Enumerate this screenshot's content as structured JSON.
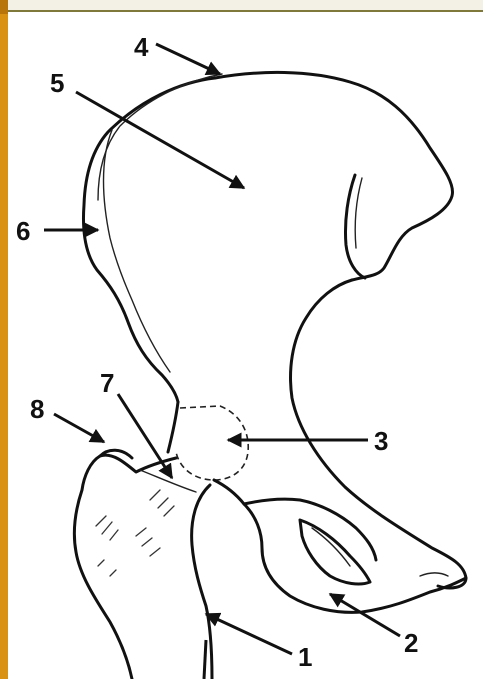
{
  "colors": {
    "left_bar": "#d99211",
    "top_line": "#7f7a3c",
    "background": "#ffffff",
    "line": "#111111"
  },
  "labels": [
    {
      "id": "label-1",
      "text": "1"
    },
    {
      "id": "label-2",
      "text": "2"
    },
    {
      "id": "label-3",
      "text": "3"
    },
    {
      "id": "label-4",
      "text": "4"
    },
    {
      "id": "label-5",
      "text": "5"
    },
    {
      "id": "label-6",
      "text": "6"
    },
    {
      "id": "label-7",
      "text": "7"
    },
    {
      "id": "label-8",
      "text": "8"
    }
  ]
}
